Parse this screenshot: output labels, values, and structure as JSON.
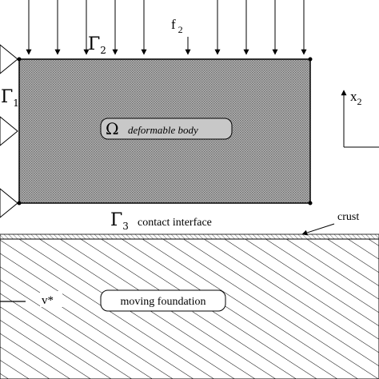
{
  "labels": {
    "gamma": "Γ",
    "sub1": "1",
    "sub2": "2",
    "sub3": "3",
    "omega": "Ω",
    "body": "deformable body",
    "force": "f",
    "force_sub": "2",
    "contact": "contact interface",
    "crust": "crust",
    "velocity": "v*",
    "foundation": "moving foundation",
    "axis": "x",
    "axis_sub": "2"
  },
  "colors": {
    "ink": "#000000",
    "body_fill": "#9c9c9c",
    "background": "#ffffff"
  }
}
